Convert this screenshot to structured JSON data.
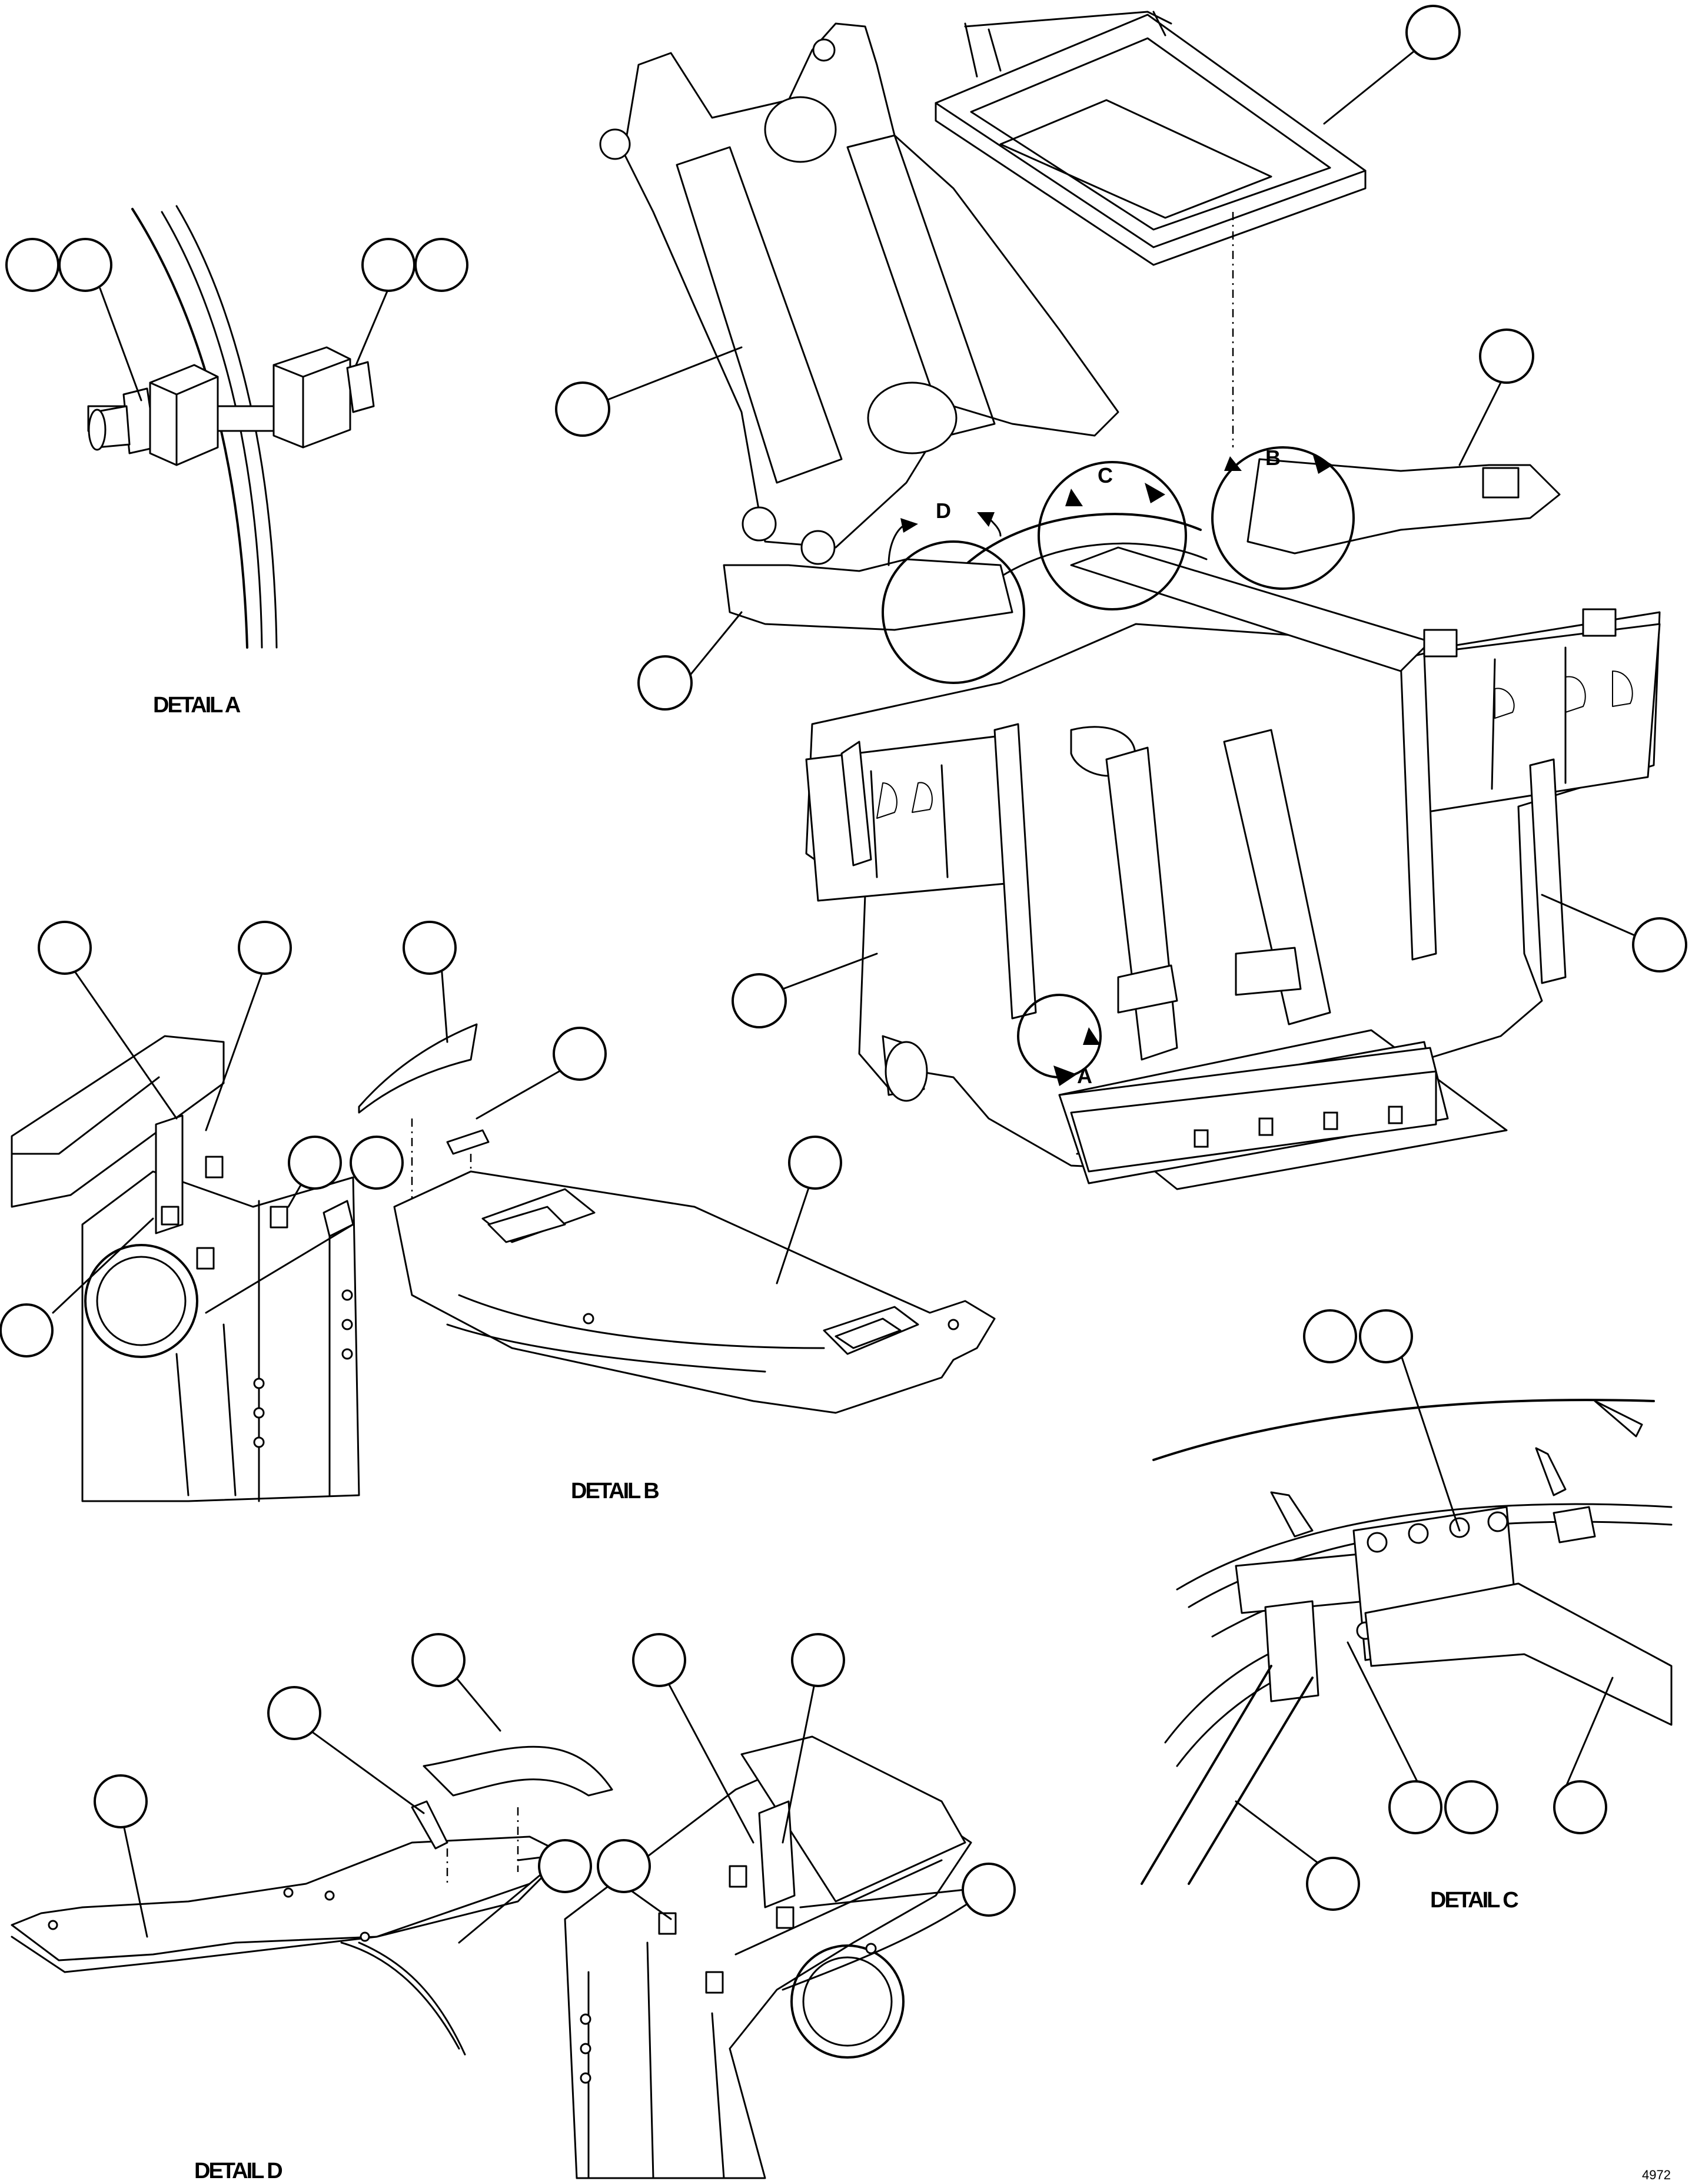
{
  "details": {
    "a": "DETAIL A",
    "b": "DETAIL B",
    "c": "DETAIL C",
    "d": "DETAIL D"
  },
  "view_letters": {
    "a": "A",
    "b": "B",
    "c": "C",
    "d": "D"
  },
  "reference_number": "4972"
}
